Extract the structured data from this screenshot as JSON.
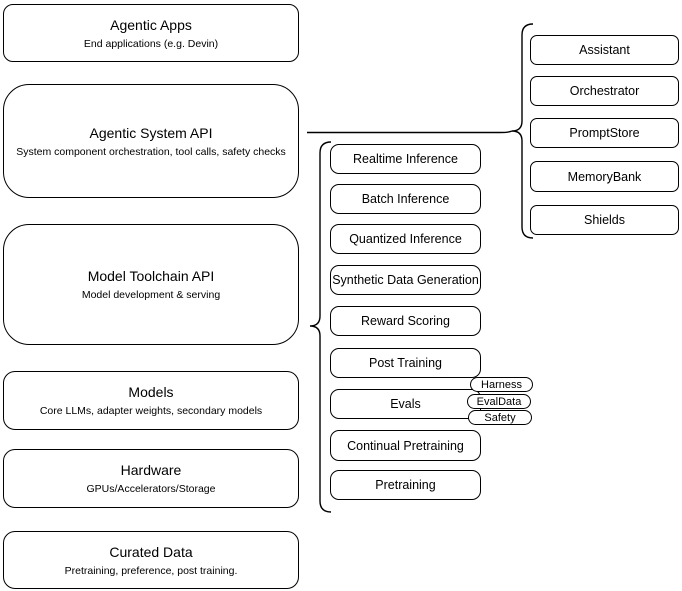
{
  "diagram": {
    "layers": [
      {
        "title": "Agentic Apps",
        "subtitle": "End applications (e.g. Devin)"
      },
      {
        "title": "Agentic System API",
        "subtitle": "System component orchestration, tool calls, safety checks"
      },
      {
        "title": "Model Toolchain API",
        "subtitle": "Model development & serving"
      },
      {
        "title": "Models",
        "subtitle": "Core LLMs, adapter weights, secondary models"
      },
      {
        "title": "Hardware",
        "subtitle": "GPUs/Accelerators/Storage"
      },
      {
        "title": "Curated Data",
        "subtitle": "Pretraining, preference, post training."
      }
    ],
    "toolchain_services": [
      {
        "label": "Realtime Inference"
      },
      {
        "label": "Batch Inference"
      },
      {
        "label": "Quantized Inference"
      },
      {
        "label": "Synthetic Data Generation"
      },
      {
        "label": "Reward Scoring"
      },
      {
        "label": "Post Training"
      },
      {
        "label": "Evals"
      },
      {
        "label": "Continual Pretraining"
      },
      {
        "label": "Pretraining"
      }
    ],
    "evals_tags": [
      {
        "label": "Harness"
      },
      {
        "label": "EvalData"
      },
      {
        "label": "Safety"
      }
    ],
    "system_components": [
      {
        "label": "Assistant"
      },
      {
        "label": "Orchestrator"
      },
      {
        "label": "PromptStore"
      },
      {
        "label": "MemoryBank"
      },
      {
        "label": "Shields"
      }
    ],
    "colors": {
      "stroke": "#000000",
      "fill": "#ffffff"
    }
  }
}
